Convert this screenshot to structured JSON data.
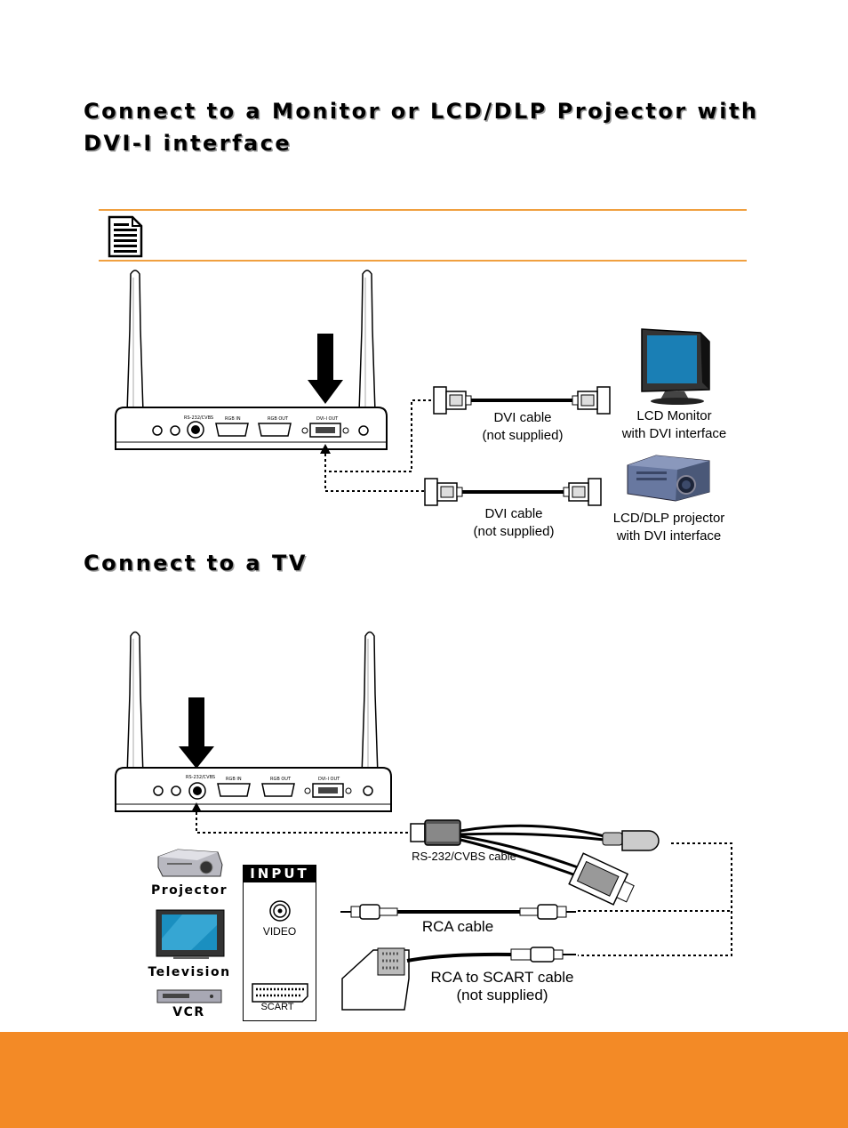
{
  "section_dvi": {
    "title": "Connect to a Monitor or LCD/DLP Projector with DVI-I interface",
    "device_ports": [
      "RS-232/CVBS",
      "RGB IN",
      "RGB OUT",
      "DVI-I OUT"
    ],
    "cable_1": {
      "name": "DVI cable",
      "note": "(not supplied)"
    },
    "cable_2": {
      "name": "DVI cable",
      "note": "(not supplied)"
    },
    "target_1": {
      "line1": "LCD Monitor",
      "line2": "with DVI interface"
    },
    "target_2": {
      "line1": "LCD/DLP projector",
      "line2": "with DVI interface"
    },
    "note_icon": "document-note-icon"
  },
  "section_tv": {
    "title": "Connect to a TV",
    "device_ports": [
      "RS-232/CVBS",
      "RGB IN",
      "RGB OUT",
      "DVI-I OUT"
    ],
    "cable_rs232": "RS-232/CVBS cable",
    "cable_rca": "RCA cable",
    "cable_scart": {
      "name": "RCA to SCART cable",
      "note": "(not supplied)"
    },
    "targets": [
      "Projector",
      "Television",
      "VCR"
    ],
    "input_panel": {
      "header": "INPUT",
      "video_label": "VIDEO",
      "scart_label": "SCART"
    }
  },
  "colors": {
    "footer_band": "#f38a26",
    "rule_line": "#f0a040",
    "monitor_screen": "#1a7fb5"
  }
}
